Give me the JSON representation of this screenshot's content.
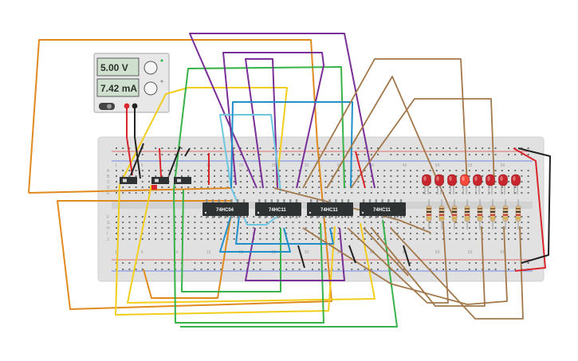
{
  "power_supply": {
    "voltage_display": "5.00 V",
    "current_display": "7.42 mA"
  },
  "chips": [
    {
      "label": "74HC04"
    },
    {
      "label": "74HC11"
    },
    {
      "label": "74HC11"
    },
    {
      "label": "74HC11"
    }
  ],
  "breadboard": {
    "row_letters_top": [
      "A",
      "B",
      "C",
      "D",
      "E"
    ],
    "row_letters_bottom": [
      "F",
      "G",
      "H",
      "I",
      "J"
    ],
    "column_numbers": [
      "1",
      "5",
      "10",
      "15",
      "20",
      "25",
      "30",
      "35",
      "40",
      "45",
      "50",
      "55",
      "60"
    ]
  },
  "switches_count": 3,
  "leds_count": 8,
  "resistors_count": 8,
  "colors": {
    "breadboard": "#e2e2e2",
    "wire_orange": "#e0891d",
    "wire_yellow": "#f2cd1b",
    "wire_green": "#37b34a",
    "wire_purple": "#7a2f97",
    "wire_cyan": "#6cc7e0",
    "wire_blue": "#1f8fc9",
    "wire_brown": "#a27749",
    "wire_red": "#d8262c",
    "wire_black": "#222222",
    "led_off": "#c8262c",
    "led_on": "#ff4a3a",
    "chip": "#2f3233"
  }
}
